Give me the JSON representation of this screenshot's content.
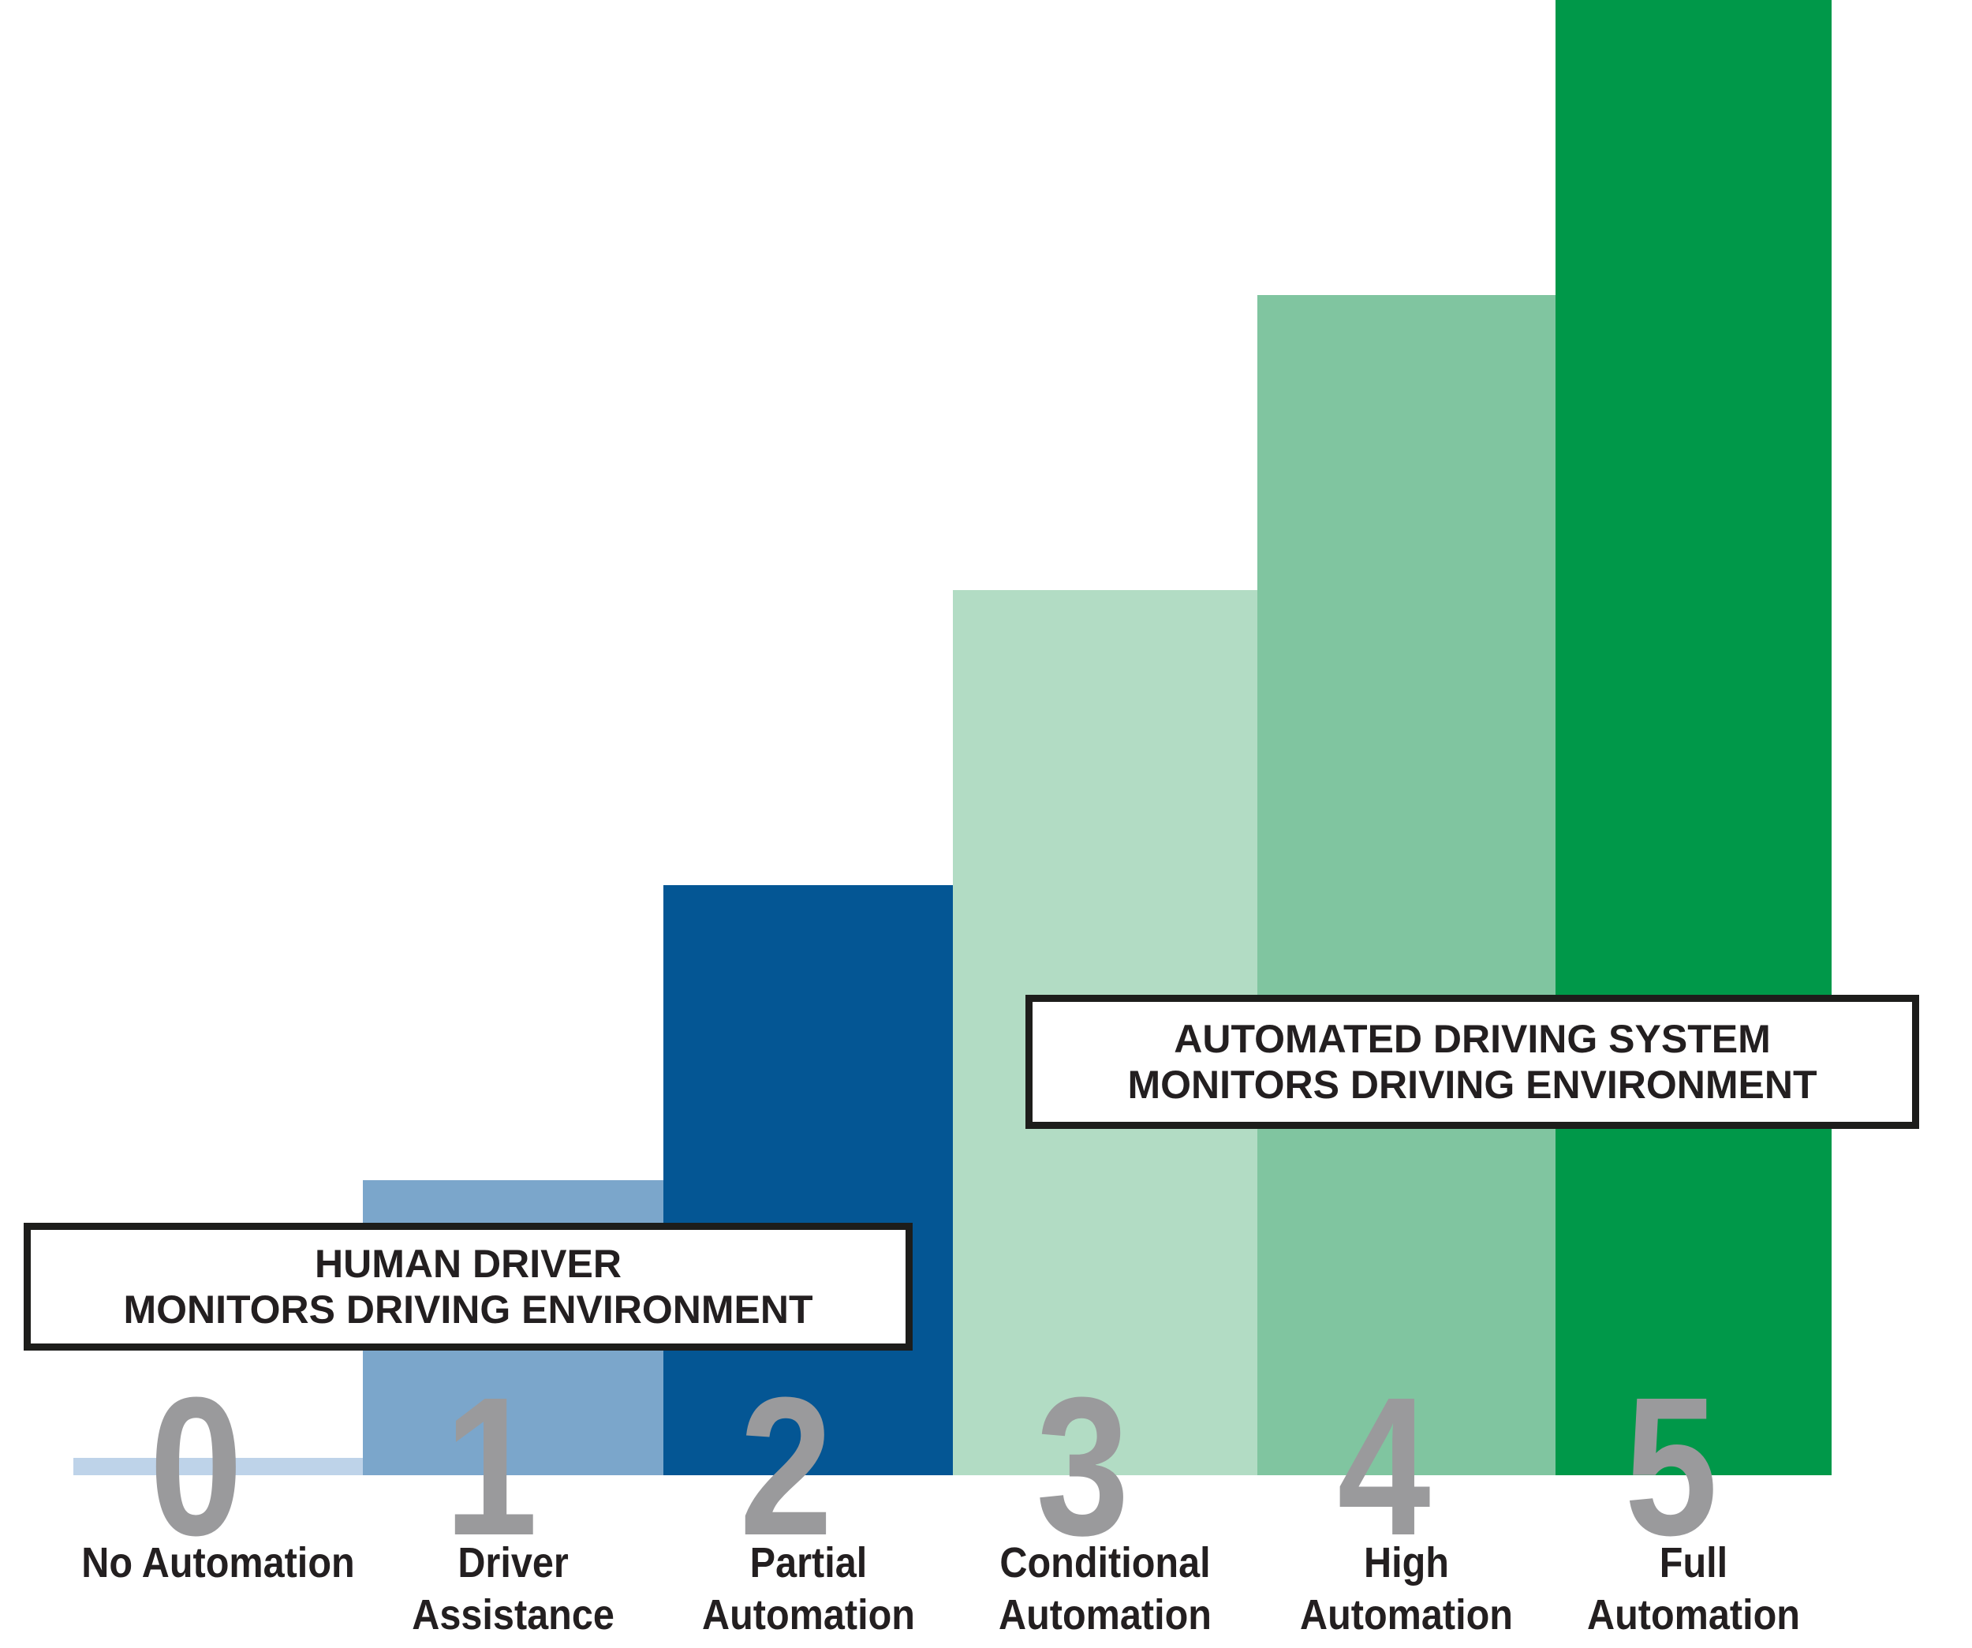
{
  "page": {
    "background_color": "#ffffff"
  },
  "chart_data": {
    "type": "bar",
    "title": "",
    "xlabel": "",
    "ylabel": "",
    "categories": [
      "0",
      "1",
      "2",
      "3",
      "4",
      "5"
    ],
    "values": [
      0,
      1,
      2,
      3,
      4,
      5
    ],
    "ylim": [
      0,
      5
    ],
    "grid": false,
    "legend": false,
    "number_color": "#9a9a9c",
    "label_color": "#231f20",
    "bars": [
      {
        "number": "0",
        "value": 0,
        "color": "#bed3e9",
        "label_lines": [
          "No Automation"
        ]
      },
      {
        "number": "1",
        "value": 1,
        "color": "#7ba6cb",
        "label_lines": [
          "Driver",
          "Assistance"
        ]
      },
      {
        "number": "2",
        "value": 2,
        "color": "#045694",
        "label_lines": [
          "Partial",
          "Automation"
        ]
      },
      {
        "number": "3",
        "value": 3,
        "color": "#b2dcc4",
        "label_lines": [
          "Conditional",
          "Automation"
        ]
      },
      {
        "number": "4",
        "value": 4,
        "color": "#80c5a0",
        "label_lines": [
          "High",
          "Automation"
        ]
      },
      {
        "number": "5",
        "value": 5,
        "color": "#009849",
        "label_lines": [
          "Full",
          "Automation"
        ]
      }
    ],
    "annotations": [
      {
        "line1": "HUMAN DRIVER",
        "line2": "MONITORS DRIVING ENVIRONMENT",
        "covers_levels": [
          0,
          1,
          2
        ]
      },
      {
        "line1": "AUTOMATED DRIVING SYSTEM",
        "line2": "MONITORS DRIVING ENVIRONMENT",
        "covers_levels": [
          3,
          4,
          5
        ]
      }
    ]
  }
}
